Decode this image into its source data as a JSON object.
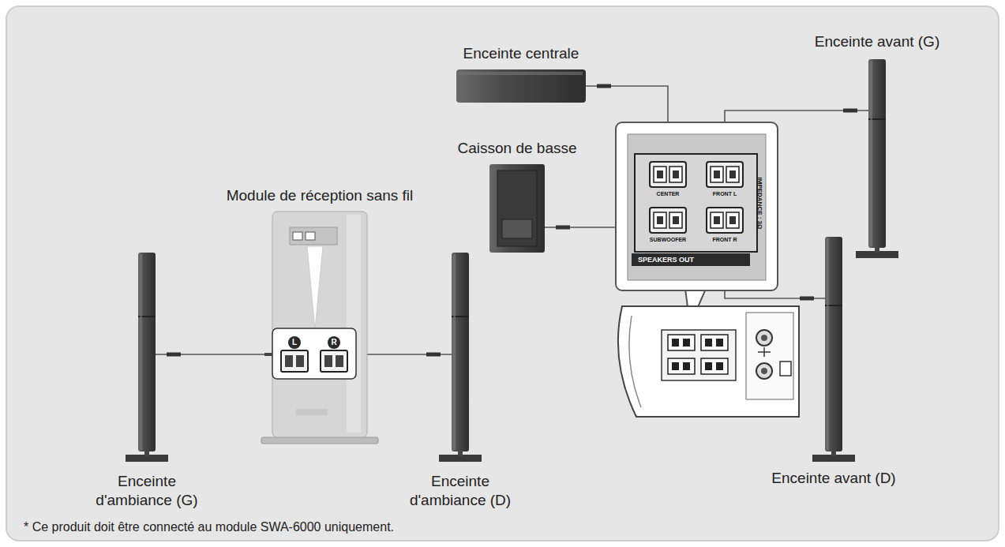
{
  "diagram": {
    "caption": "* Ce produit doit être connecté au module SWA-6000 uniquement.",
    "nodes": [
      {
        "text": [
          "Enceinte centrale"
        ]
      },
      {
        "text": [
          "Enceinte avant (G)"
        ]
      },
      {
        "text": [
          "Caisson de basse"
        ]
      },
      {
        "text": [
          "Module de réception sans fil"
        ]
      },
      {
        "text": [
          "L"
        ],
        "in": 3
      },
      {
        "text": [
          "R"
        ],
        "in": 3
      },
      {
        "text": [
          "SPEAKERS OUT",
          "IMPEDANCE : 3Ω"
        ]
      },
      {
        "text": [
          "CENTER"
        ],
        "in": 6
      },
      {
        "text": [
          "FRONT L"
        ],
        "in": 6
      },
      {
        "text": [
          "SUBWOOFER"
        ],
        "in": 6
      },
      {
        "text": [
          "FRONT R"
        ],
        "in": 6
      },
      {
        "text": [
          "Enceinte d'ambiance (G)"
        ]
      },
      {
        "text": [
          "Enceinte d'ambiance (D)"
        ]
      },
      {
        "text": [
          "Enceinte avant (D)"
        ]
      }
    ],
    "edges": [
      {
        "from": 0,
        "to": 7,
        "arrow": "none"
      },
      {
        "from": 1,
        "to": 8,
        "arrow": "none"
      },
      {
        "from": 2,
        "to": 9,
        "arrow": "none"
      },
      {
        "from": 13,
        "to": 10,
        "arrow": "none"
      },
      {
        "from": 11,
        "to": 4,
        "arrow": "none"
      },
      {
        "from": 12,
        "to": 5,
        "arrow": "none"
      }
    ]
  }
}
